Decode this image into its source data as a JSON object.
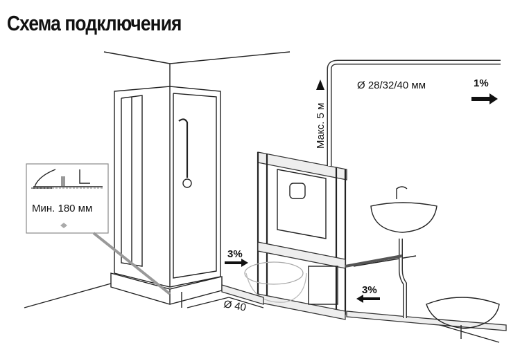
{
  "title": "Схема подключения",
  "labels": {
    "pipe_diameter": "Ø 28/32/40 мм",
    "slope_top": "1%",
    "max_height": "Макс. 5 м",
    "min_height": "Мин. 180 мм",
    "slope_left": "3%",
    "slope_right": "3%",
    "inlet_diameter": "Ø 40"
  }
}
